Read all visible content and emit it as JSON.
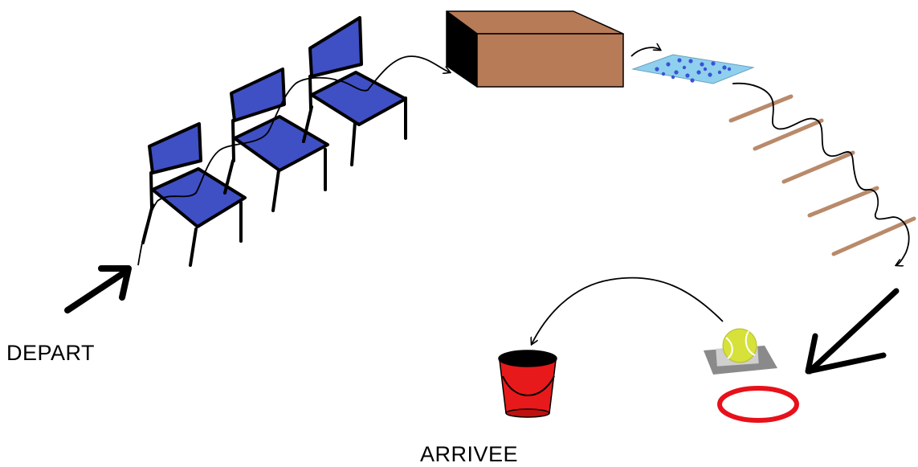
{
  "labels": {
    "start": "DEPART",
    "finish": "ARRIVEE"
  },
  "colors": {
    "chair_seat": "#3f4fc4",
    "chair_outline": "#000000",
    "box_front": "#b77b57",
    "box_side": "#000000",
    "mat": "#8fd0ee",
    "mat_dots": "#3a52d6",
    "hurdle": "#b98a6a",
    "bucket": "#e8191a",
    "hoop": "#e8101a",
    "ball": "#d6e23a",
    "ball_tray": "#8a8a8a",
    "path_line": "#000000"
  },
  "items": [
    {
      "kind": "chair",
      "count": 3,
      "icon": "chair-icon"
    },
    {
      "kind": "box",
      "icon": "box-icon"
    },
    {
      "kind": "mat",
      "icon": "mat-icon"
    },
    {
      "kind": "hurdle",
      "count": 5,
      "icon": "hurdle-icon"
    },
    {
      "kind": "hoop",
      "icon": "hoop-icon"
    },
    {
      "kind": "ball",
      "icon": "tennis-ball-icon"
    },
    {
      "kind": "bucket",
      "icon": "bucket-icon"
    }
  ]
}
